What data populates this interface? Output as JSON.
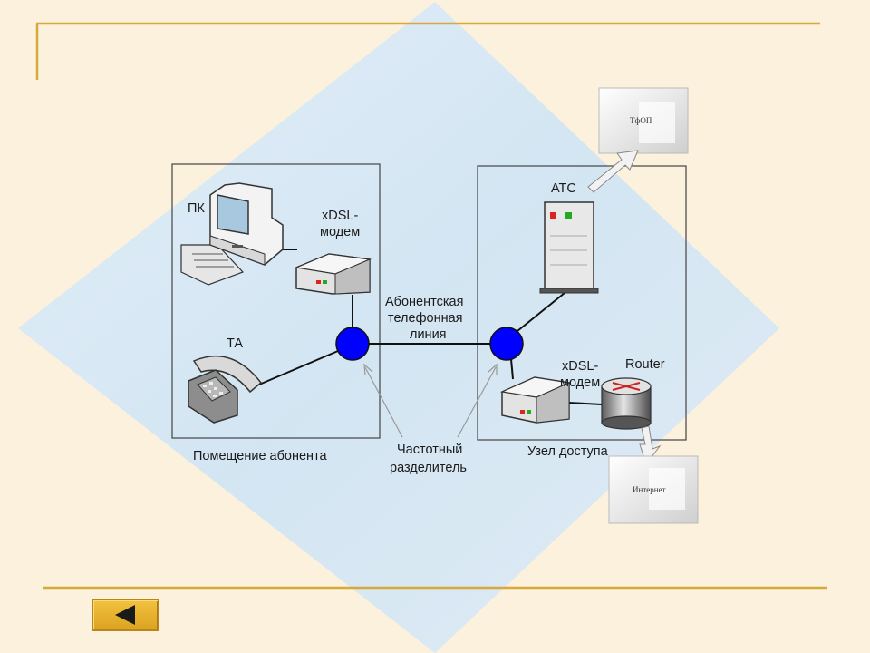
{
  "labels": {
    "pc": "ПК",
    "modem_left_1": "xDSL-",
    "modem_left_2": "модем",
    "phone": "ТА",
    "line_1": "Абонентская",
    "line_2": "телефонная",
    "line_3": "линия",
    "premises": "Помещение абонента",
    "splitter_1": "Частотный",
    "splitter_2": "разделитель",
    "access_node": "Узел доступа",
    "atc": "АТС",
    "modem_right_1": "xDSL-",
    "modem_right_2": "модем",
    "router": "Router",
    "pstn": "ТфОП",
    "internet": "Интернет"
  },
  "icons": {
    "back": "left-arrow-icon"
  },
  "colors": {
    "background": "#fbf1dc",
    "diamond": "#cfe4f4",
    "gold_rule": "#d6a93a",
    "splitter": "#0000ff",
    "back_button": "#e8b22e"
  }
}
